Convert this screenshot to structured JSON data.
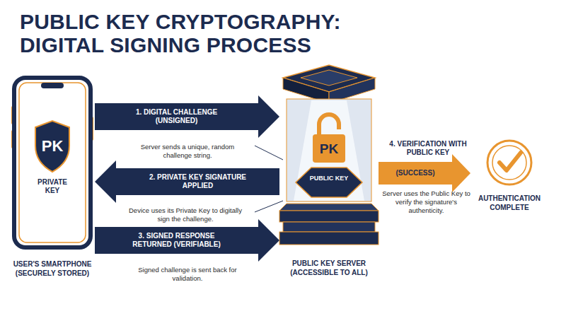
{
  "diagram": {
    "title": "PUBLIC KEY CRYPTOGRAPHY: DIGITAL SIGNING PROCESS",
    "nodes": [
      {
        "text": [
          "PK",
          "PRIVATE KEY",
          "USER'S SMARTPHONE (SECURELY STORED)"
        ]
      },
      {
        "text": [
          "PK",
          "PUBLIC KEY",
          "PUBLIC KEY SERVER (ACCESSIBLE TO ALL)"
        ]
      },
      {
        "text": [
          "AUTHENTICATION COMPLETE"
        ]
      }
    ],
    "edges": [
      {
        "from": 0,
        "to": 1,
        "arrow": "to",
        "label": "1. DIGITAL CHALLENGE (UNSIGNED)"
      },
      {
        "from": 1,
        "to": 0,
        "arrow": "to",
        "label": "2. PRIVATE KEY SIGNATURE APPLIED"
      },
      {
        "from": 0,
        "to": 1,
        "arrow": "to",
        "label": "3. SIGNED RESPONSE RETURNED (VERIFIABLE)"
      },
      {
        "from": 1,
        "to": 2,
        "arrow": "to",
        "label": "(SUCCESS)"
      }
    ],
    "labels": [
      "Server sends a unique, random challenge string.",
      "Device uses its Private Key to digitally sign the challenge.",
      "Signed challenge is sent back for validation.",
      "4. VERIFICATION WITH PUBLIC KEY",
      "Server uses the Public Key to verify the signature's authenticity."
    ]
  }
}
